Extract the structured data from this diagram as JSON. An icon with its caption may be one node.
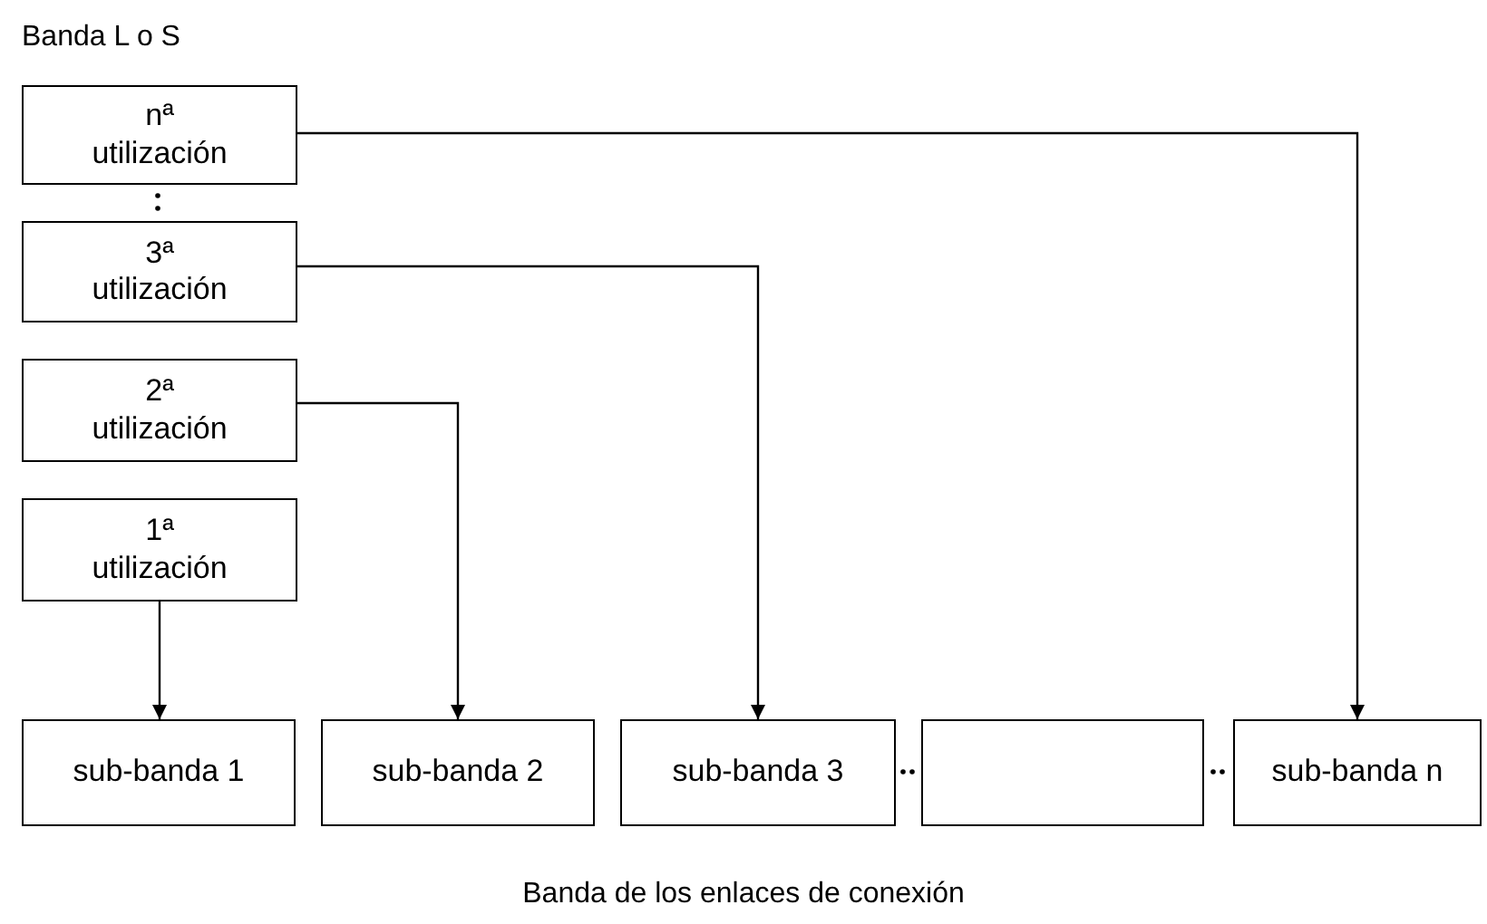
{
  "diagram": {
    "title": "Banda L o S",
    "nodes": [
      {
        "text": [
          "nª utilización"
        ]
      },
      {
        "text": [
          "3ª utilización"
        ]
      },
      {
        "text": [
          "2ª utilización"
        ]
      },
      {
        "text": [
          "1ª utilización"
        ]
      },
      {
        "text": [
          "sub-banda 1"
        ]
      },
      {
        "text": [
          "sub-banda 2"
        ]
      },
      {
        "text": [
          "sub-banda 3"
        ]
      },
      {
        "text": [],
        "shape": "box"
      },
      {
        "text": [
          "sub-banda n"
        ]
      }
    ],
    "edges": [
      {
        "from": 3,
        "to": 4,
        "arrow": "to"
      },
      {
        "from": 2,
        "to": 5,
        "arrow": "to"
      },
      {
        "from": 1,
        "to": 6,
        "arrow": "to"
      },
      {
        "from": 0,
        "to": 8,
        "arrow": "to"
      }
    ],
    "caption": "Banda de los enlaces de conexión"
  }
}
